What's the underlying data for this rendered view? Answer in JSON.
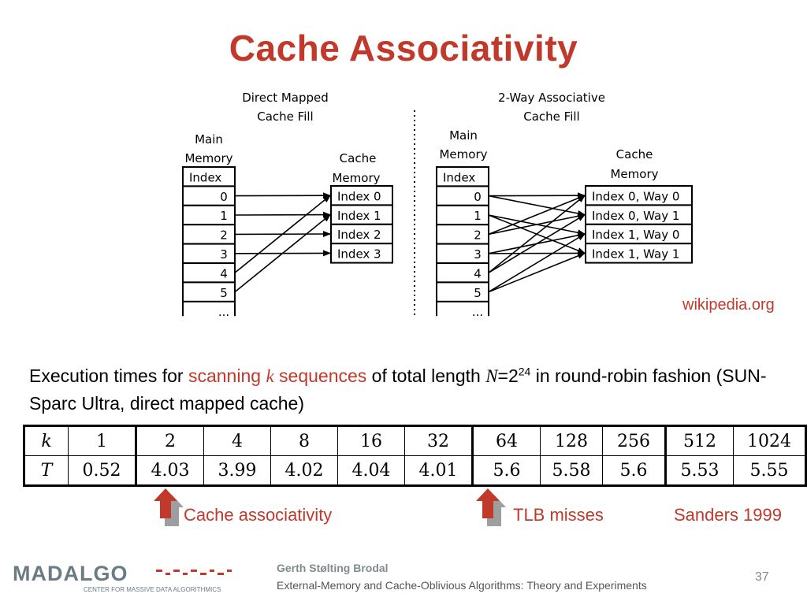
{
  "title": "Cache Associativity",
  "diagram": {
    "left": {
      "heading_line1": "Direct Mapped",
      "heading_line2": "Cache Fill",
      "main_label_line1": "Main",
      "main_label_line2": "Memory",
      "cache_label_line1": "Cache",
      "cache_label_line2": "Memory",
      "main_rows": [
        "Index",
        "0",
        "1",
        "2",
        "3",
        "4",
        "5",
        "..."
      ],
      "cache_rows": [
        "Index 0",
        "Index 1",
        "Index 2",
        "Index 3"
      ]
    },
    "right": {
      "heading_line1": "2-Way Associative",
      "heading_line2": "Cache Fill",
      "main_label_line1": "Main",
      "main_label_line2": "Memory",
      "cache_label_line1": "Cache",
      "cache_label_line2": "Memory",
      "main_rows": [
        "Index",
        "0",
        "1",
        "2",
        "3",
        "4",
        "5",
        "..."
      ],
      "cache_rows": [
        "Index 0, Way 0",
        "Index 0, Way 1",
        "Index 1, Way 0",
        "Index 1, Way 1"
      ]
    }
  },
  "source": "wikipedia.org",
  "paragraph": {
    "part1": "Execution times for ",
    "highlight1": "scanning ",
    "highlight_k": "k",
    "highlight2": " sequences",
    "part2": " of total length ",
    "n_var": "N",
    "eq": "=2",
    "exp": "24",
    "part3": "  in round-robin fashion (SUN-Sparc Ultra, direct mapped cache)"
  },
  "table": {
    "row_k_label": "k",
    "row_t_label": "T",
    "k": [
      "1",
      "2",
      "4",
      "8",
      "16",
      "32",
      "64",
      "128",
      "256",
      "512",
      "1024"
    ],
    "t": [
      "0.52",
      "4.03",
      "3.99",
      "4.02",
      "4.04",
      "4.01",
      "5.6",
      "5.58",
      "5.6",
      "5.53",
      "5.55"
    ]
  },
  "notes": {
    "cache_assoc": "Cache associativity",
    "tlb": "TLB misses",
    "citation": "Sanders 1999"
  },
  "footer": {
    "author": "Gerth Stølting Brodal",
    "course": "External-Memory and Cache-Oblivious Algorithms: Theory and Experiments",
    "page": "37",
    "logo_text": "MADALGO",
    "logo_sub": "CENTER FOR MASSIVE DATA ALGORITHMICS"
  },
  "colors": {
    "accent": "#c0392b",
    "arrow_gray": "#9e9e9e"
  }
}
